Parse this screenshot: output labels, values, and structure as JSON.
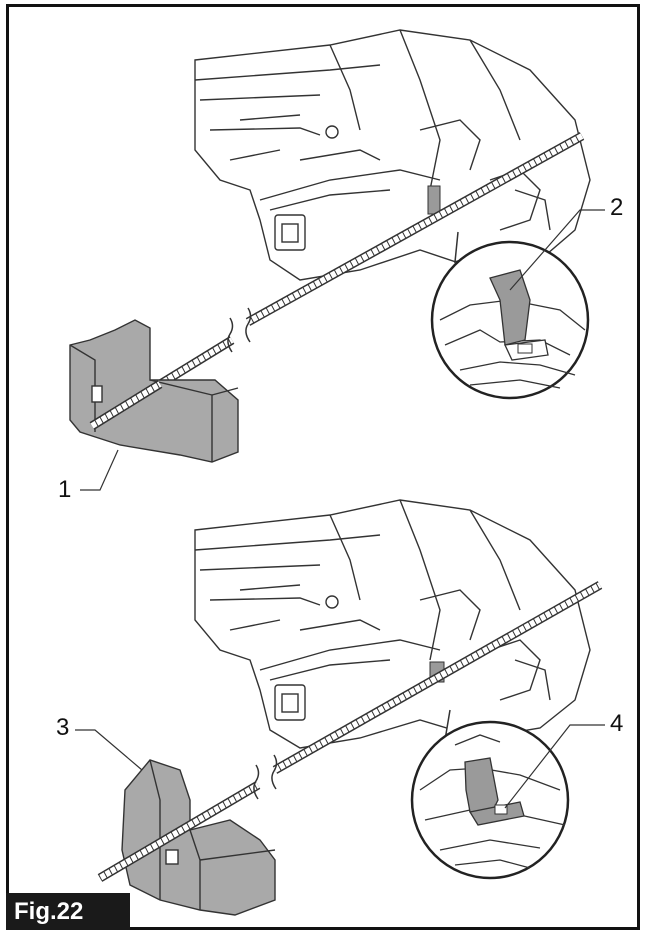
{
  "figure": {
    "label": "Fig.22",
    "callouts": {
      "c1": "1",
      "c2": "2",
      "c3": "3",
      "c4": "4"
    }
  },
  "parts": [
    {
      "number": "1"
    },
    {
      "number": "2"
    },
    {
      "number": "3"
    },
    {
      "number": "4"
    }
  ]
}
